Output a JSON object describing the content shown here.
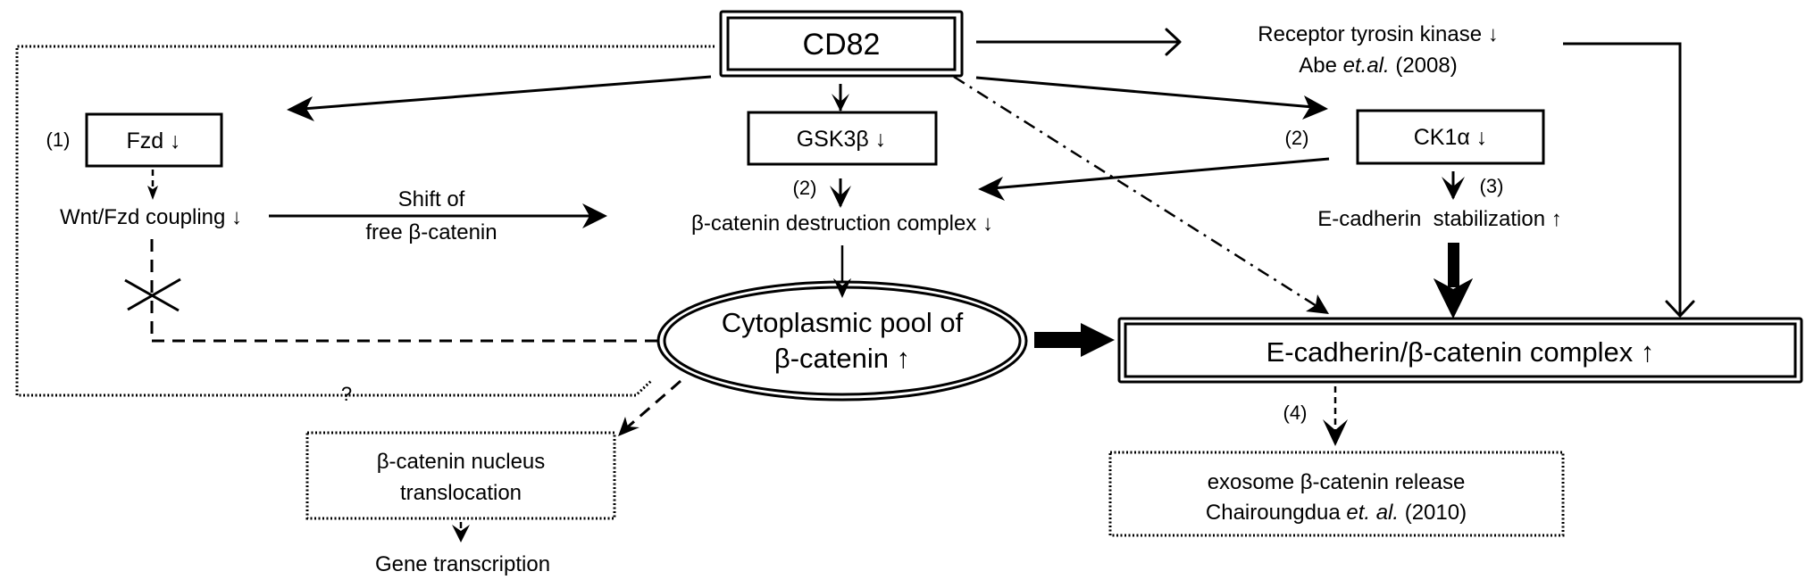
{
  "diagram": {
    "title": "CD82 regulation of beta-catenin signaling",
    "nodes": {
      "cd82": "CD82",
      "fzd": "Fzd ↓",
      "gsk3b": "GSK3β ↓",
      "ck1a": "CK1α ↓",
      "receptor_line1": "Receptor tyrosin kinase ↓",
      "receptor_line2_a": "Abe ",
      "receptor_line2_b": "et.al.",
      "receptor_line2_c": " (2008)",
      "wnt_fzd": "Wnt/Fzd coupling ↓",
      "destruction": "β-catenin destruction complex ↓",
      "stabilization": "E-cadherin  stabilization ↑",
      "pool_line1": "Cytoplasmic pool of",
      "pool_line2": "β-catenin ↑",
      "complex": "E-cadherin/β-catenin complex ↑",
      "nucleus_line1": "β-catenin nucleus",
      "nucleus_line2": "translocation",
      "gene": "Gene transcription",
      "exosome_line1": "exosome β-catenin release",
      "exosome_line2_a": "Chairoungdua ",
      "exosome_line2_b": "et. al.",
      "exosome_line2_c": " (2010)"
    },
    "labels": {
      "step1": "(1)",
      "step2_gsk": "(2)",
      "step2_ck1": "(2)",
      "step3": "(3)",
      "step4": "(4)",
      "shift_line1": "Shift of",
      "shift_line2": "free β-catenin",
      "question": "?"
    },
    "edges": [
      {
        "from": "CD82",
        "to": "Fzd",
        "style": "solid"
      },
      {
        "from": "CD82",
        "to": "GSK3β",
        "style": "solid"
      },
      {
        "from": "CD82",
        "to": "CK1α",
        "style": "solid"
      },
      {
        "from": "CD82",
        "to": "Receptor tyrosin kinase",
        "style": "solid"
      },
      {
        "from": "CD82",
        "to": "E-cadherin/β-catenin complex",
        "style": "dash-dot"
      },
      {
        "from": "CD82",
        "to": "β-catenin nucleus translocation",
        "style": "dotted",
        "label": "?"
      },
      {
        "from": "Fzd",
        "to": "Wnt/Fzd coupling",
        "style": "dashed"
      },
      {
        "from": "Wnt/Fzd coupling",
        "to": "Cytoplasmic pool of β-catenin",
        "style": "dashed",
        "blocked": true
      },
      {
        "from": "Wnt/Fzd coupling",
        "to": "β-catenin destruction complex",
        "style": "solid",
        "label": "Shift of free β-catenin"
      },
      {
        "from": "GSK3β",
        "to": "β-catenin destruction complex",
        "style": "solid",
        "label": "(2)"
      },
      {
        "from": "CK1α",
        "to": "β-catenin destruction complex",
        "style": "solid"
      },
      {
        "from": "CK1α",
        "to": "E-cadherin stabilization",
        "style": "solid",
        "label": "(3)"
      },
      {
        "from": "β-catenin destruction complex",
        "to": "Cytoplasmic pool of β-catenin",
        "style": "solid"
      },
      {
        "from": "Cytoplasmic pool of β-catenin",
        "to": "E-cadherin/β-catenin complex",
        "style": "bold"
      },
      {
        "from": "E-cadherin stabilization",
        "to": "E-cadherin/β-catenin complex",
        "style": "bold"
      },
      {
        "from": "Receptor tyrosin kinase",
        "to": "E-cadherin/β-catenin complex",
        "style": "solid"
      },
      {
        "from": "Cytoplasmic pool of β-catenin",
        "to": "β-catenin nucleus translocation",
        "style": "dashed"
      },
      {
        "from": "β-catenin nucleus translocation",
        "to": "Gene transcription",
        "style": "dashed"
      },
      {
        "from": "E-cadherin/β-catenin complex",
        "to": "exosome β-catenin release",
        "style": "dashed",
        "label": "(4)"
      }
    ]
  }
}
